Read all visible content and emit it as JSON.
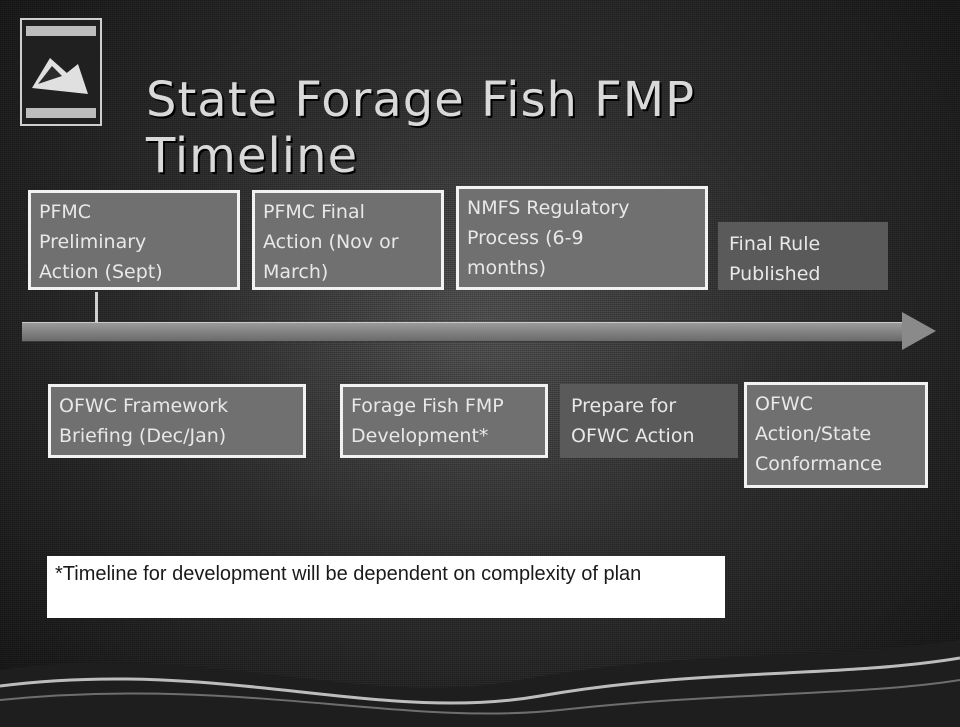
{
  "slide": {
    "title": "State Forage Fish FMP Timeline",
    "top_row": [
      {
        "text": "PFMC\nPreliminary\nAction (Sept)"
      },
      {
        "text": "PFMC Final\nAction (Nov or\nMarch)"
      },
      {
        "text": "NMFS Regulatory\nProcess (6-9\nmonths)"
      },
      {
        "text": "Final Rule\nPublished"
      }
    ],
    "bottom_row": [
      {
        "text": "OFWC Framework\nBriefing (Dec/Jan)"
      },
      {
        "text": "Forage Fish FMP\nDevelopment*"
      },
      {
        "text": "Prepare for\nOFWC Action"
      },
      {
        "text": "OFWC\nAction/State\nConformance"
      }
    ],
    "footnote": "*Timeline for development will be dependent on complexity of plan"
  }
}
